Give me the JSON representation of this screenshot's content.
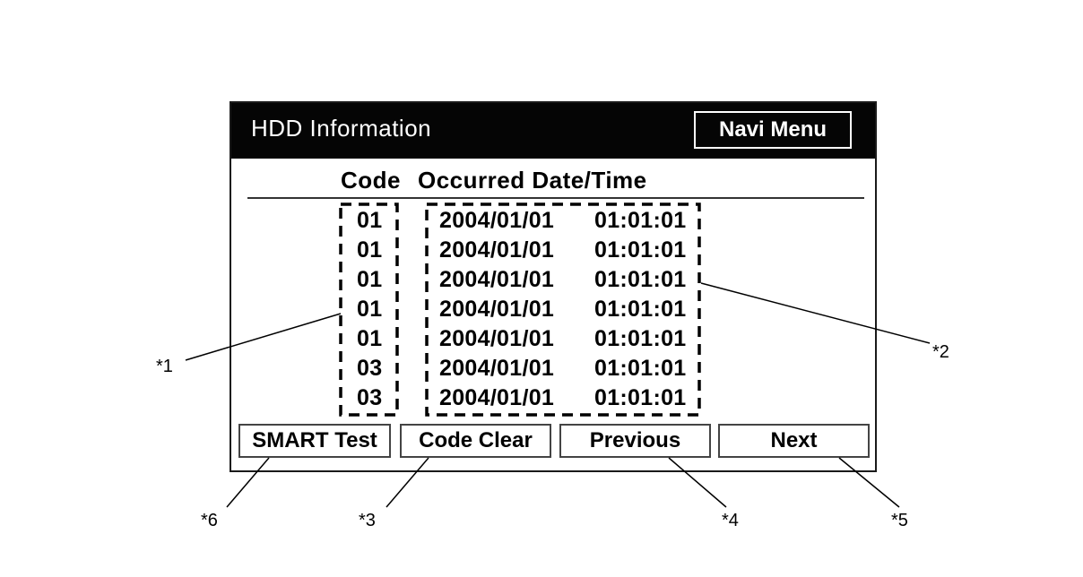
{
  "screen": {
    "title": "HDD Information",
    "navi_menu_label": "Navi Menu"
  },
  "table": {
    "headers": {
      "code": "Code",
      "date_time": "Occurred Date/Time"
    },
    "rows": [
      {
        "code": "01",
        "date": "2004/01/01",
        "time": "01:01:01"
      },
      {
        "code": "01",
        "date": "2004/01/01",
        "time": "01:01:01"
      },
      {
        "code": "01",
        "date": "2004/01/01",
        "time": "01:01:01"
      },
      {
        "code": "01",
        "date": "2004/01/01",
        "time": "01:01:01"
      },
      {
        "code": "01",
        "date": "2004/01/01",
        "time": "01:01:01"
      },
      {
        "code": "03",
        "date": "2004/01/01",
        "time": "01:01:01"
      },
      {
        "code": "03",
        "date": "2004/01/01",
        "time": "01:01:01"
      }
    ]
  },
  "buttons": {
    "smart_test": "SMART Test",
    "code_clear": "Code Clear",
    "previous": "Previous",
    "next": "Next"
  },
  "callouts": {
    "c1": "*1",
    "c2": "*2",
    "c3": "*3",
    "c4": "*4",
    "c5": "*5",
    "c6": "*6"
  }
}
